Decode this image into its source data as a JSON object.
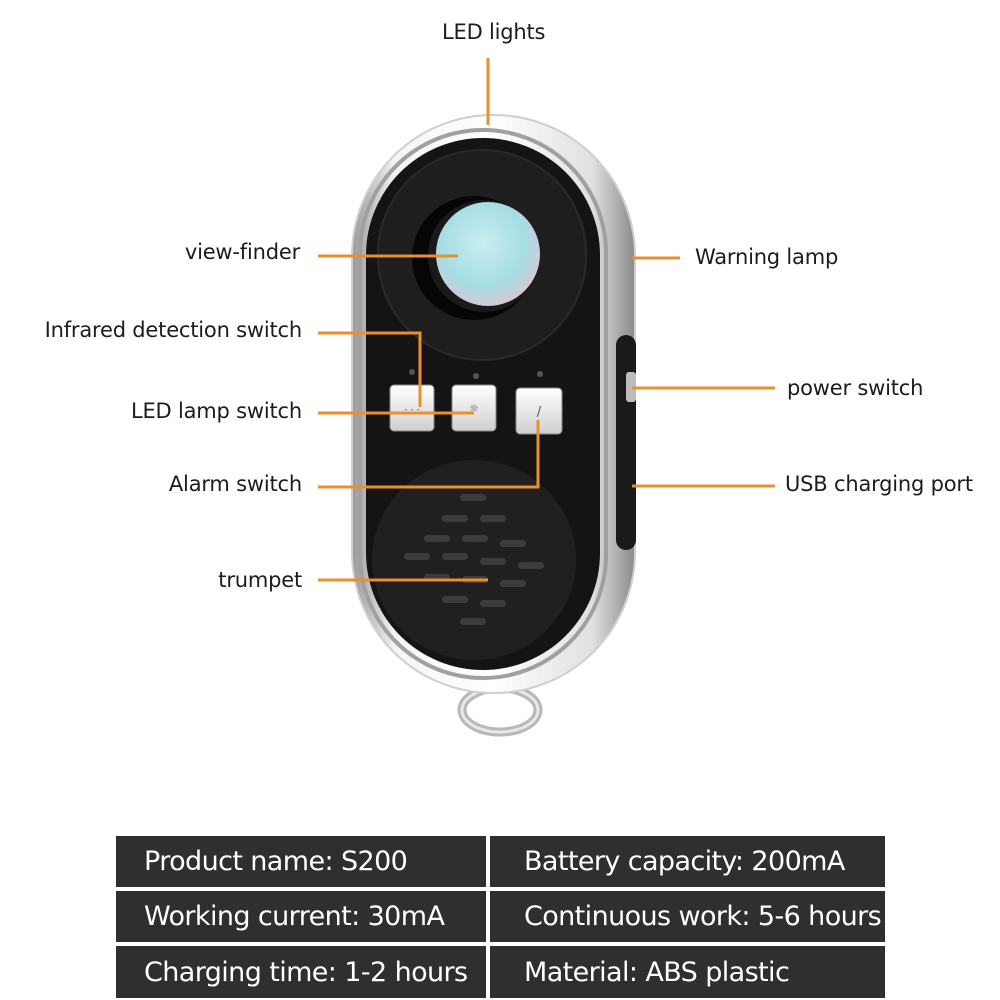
{
  "colors": {
    "leader_line": "#e8902a",
    "device_body": "#1a1a1a",
    "table_cell": "#2f2f2f",
    "lens": "#a8d8e0"
  },
  "callouts": {
    "led_lights": "LED lights",
    "view_finder": "view-finder",
    "warning_lamp": "Warning lamp",
    "infrared_switch": "Infrared detection switch",
    "power_switch": "power switch",
    "led_lamp_switch": "LED lamp switch",
    "alarm_switch": "Alarm switch",
    "usb_port": "USB charging port",
    "trumpet": "trumpet"
  },
  "specs": [
    {
      "left": "Product name: S200",
      "right": "Battery capacity: 200mA"
    },
    {
      "left": "Working current: 30mA",
      "right": "Continuous work: 5-6 hours"
    },
    {
      "left": "Charging time: 1-2 hours",
      "right": "Material: ABS plastic"
    }
  ]
}
